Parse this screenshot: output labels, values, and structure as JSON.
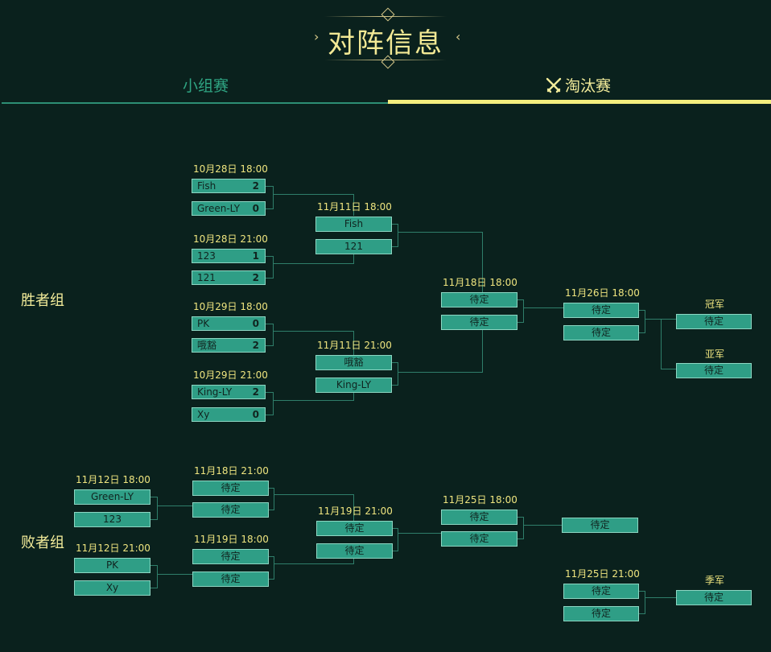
{
  "header": {
    "title": "对阵信息"
  },
  "tabs": {
    "group": "小组赛",
    "knockout": "淘汰赛"
  },
  "winners": {
    "label": "胜者组",
    "r1": [
      {
        "date": "10月28日  18:00",
        "a": {
          "name": "Fish",
          "score": "2"
        },
        "b": {
          "name": "Green-LY",
          "score": "0"
        }
      },
      {
        "date": "10月28日  21:00",
        "a": {
          "name": "123",
          "score": "1"
        },
        "b": {
          "name": "121",
          "score": "2"
        }
      },
      {
        "date": "10月29日  18:00",
        "a": {
          "name": "PK",
          "score": "0"
        },
        "b": {
          "name": "哦豁",
          "score": "2"
        }
      },
      {
        "date": "10月29日  21:00",
        "a": {
          "name": "King-LY",
          "score": "2"
        },
        "b": {
          "name": "Xy",
          "score": "0"
        }
      }
    ],
    "r2": [
      {
        "date": "11月11日  18:00",
        "a": "Fish",
        "b": "121"
      },
      {
        "date": "11月11日  21:00",
        "a": "哦豁",
        "b": "King-LY"
      }
    ],
    "semi": {
      "date": "11月18日  18:00",
      "a": "待定",
      "b": "待定"
    },
    "final": {
      "date": "11月26日  18:00",
      "a": "待定",
      "b": "待定"
    },
    "champion": {
      "label": "冠军",
      "name": "待定"
    },
    "runnerup": {
      "label": "亚军",
      "name": "待定"
    }
  },
  "losers": {
    "label": "败者组",
    "r1": [
      {
        "date": "11月12日  18:00",
        "a": "Green-LY",
        "b": "123"
      },
      {
        "date": "11月12日  21:00",
        "a": "PK",
        "b": "Xy"
      }
    ],
    "r2": [
      {
        "date": "11月18日  21:00",
        "a": "待定",
        "b": "待定"
      },
      {
        "date": "11月19日  18:00",
        "a": "待定",
        "b": "待定"
      }
    ],
    "r3": {
      "date": "11月19日  21:00",
      "a": "待定",
      "b": "待定"
    },
    "r4": {
      "date": "11月25日  18:00",
      "a": "待定",
      "b": "待定"
    },
    "r4_winner": "待定",
    "third": {
      "date": "11月25日  21:00",
      "a": "待定",
      "b": "待定"
    },
    "third_place": {
      "label": "季军",
      "name": "待定"
    }
  },
  "colors": {
    "background": "#0a211d",
    "accent": "#f4ee7e",
    "box": "#2f9e86",
    "tab_inactive": "#2fa583"
  }
}
